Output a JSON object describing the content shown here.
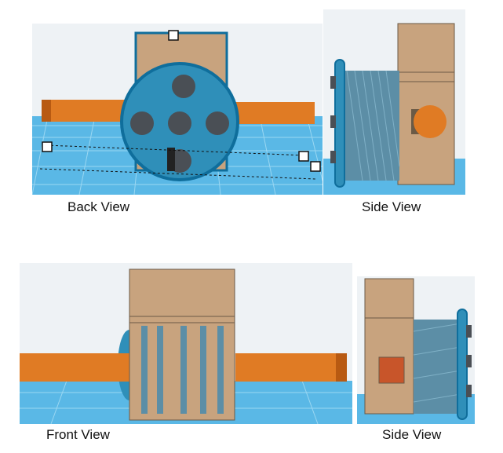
{
  "captions": {
    "back": "Back View",
    "side_top": "Side View",
    "front": "Front View",
    "side_bottom": "Side View"
  },
  "colors": {
    "sky": "#eef2f5",
    "floor": "#5ab8e6",
    "grid": "#9ad7f2",
    "box": "#c8a37e",
    "box_edge": "#6b5a46",
    "rod": "#e07b24",
    "rod_dark": "#b85a12",
    "disc": "#2f8fb9",
    "disc_edge": "#0f6e9c",
    "hole": "#4a4f55",
    "mesh": "#5c8ea6",
    "window": "#c8552a"
  }
}
